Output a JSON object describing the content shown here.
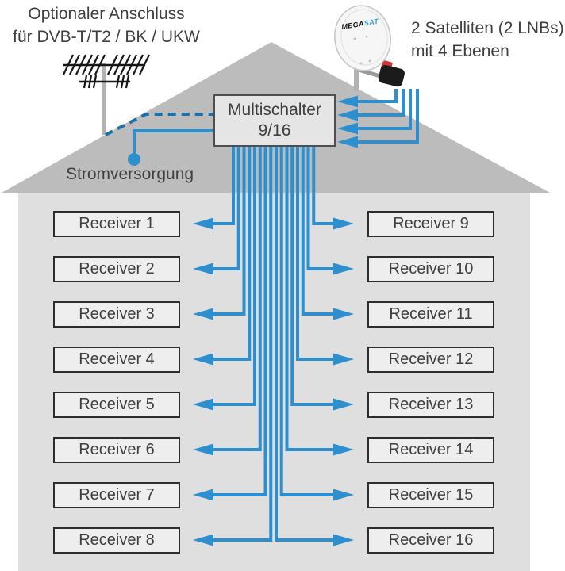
{
  "colors": {
    "blue": "#2e8fce",
    "dark_blue": "#1c6fa9",
    "roof": "#bcbcbc",
    "house": "#dfdfdf",
    "box_fill": "#eeeeee",
    "box_border": "#2d2d2d",
    "switch_fill": "#e5e5e5",
    "switch_border": "#4f4f4f",
    "text": "#3f3f3f",
    "antenna": "#161616",
    "pole": "#b2b2b2",
    "dish_fill": "#f6f6f6",
    "dish_edge": "#c8c8c8",
    "lnb": "#1b1b1b",
    "lnb_red": "#cf3333",
    "logo_sat": "#2e9fd8"
  },
  "labels": {
    "optional_line1": "Optionaler Anschluss",
    "optional_line2": "für DVB-T/T2 / BK / UKW",
    "satellites_line1": "2 Satelliten (2 LNBs)",
    "satellites_line2": "mit 4 Ebenen",
    "power": "Stromversorgung",
    "switch_line1": "Multischalter",
    "switch_line2": "9/16",
    "dish_logo_mega": "MEGA",
    "dish_logo_sat": "SAT"
  },
  "receivers": {
    "left": [
      "Receiver 1",
      "Receiver 2",
      "Receiver 3",
      "Receiver 4",
      "Receiver 5",
      "Receiver 6",
      "Receiver 7",
      "Receiver 8"
    ],
    "right": [
      "Receiver 9",
      "Receiver 10",
      "Receiver 11",
      "Receiver 12",
      "Receiver 13",
      "Receiver 14",
      "Receiver 15",
      "Receiver 16"
    ]
  }
}
